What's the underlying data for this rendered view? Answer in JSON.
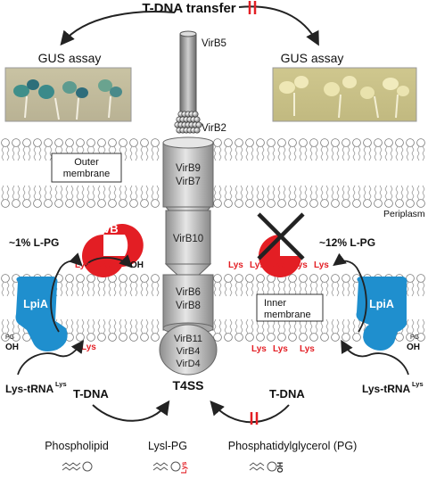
{
  "title": "T-DNA transfer",
  "gus_left": "GUS assay",
  "gus_right": "GUS assay",
  "labels": {
    "virb5": "VirB5",
    "virb2": "VirB2",
    "virb9": "VirB9",
    "virb7": "VirB7",
    "virb10": "VirB10",
    "virb6": "VirB6",
    "virb8": "VirB8",
    "virb11": "VirB11",
    "virb4": "VirB4",
    "vird4": "VirD4",
    "t4ss": "T4SS",
    "outer_membrane_1": "Outer",
    "outer_membrane_2": "membrane",
    "inner_membrane_1": "Inner",
    "inner_membrane_2": "membrane",
    "periplasm": "Periplasm",
    "lpg_left": "~1% L-PG",
    "lpg_right": "~12% L-PG",
    "acvb": "AcvB",
    "lpia": "LpiA",
    "lys": "Lys",
    "pg": "PG",
    "oh": "OH",
    "trna_left": "Lys-tRNA",
    "trna_right": "Lys-tRNA",
    "trna_sup": "Lys",
    "tdna_left": "T-DNA",
    "tdna_right": "T-DNA"
  },
  "legend": {
    "phospholipid": "Phospholipid",
    "lysl_pg": "Lysl-PG",
    "pg_full": "Phosphatidylglycerol (PG)",
    "lys_label": "Lys",
    "oh_label": "OH"
  },
  "colors": {
    "red": "#e31e24",
    "blue": "#1f8fce",
    "gray": "#bdbdbd"
  }
}
